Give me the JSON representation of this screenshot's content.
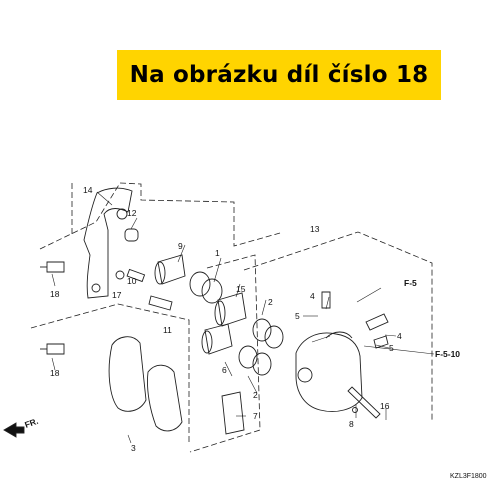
{
  "banner": {
    "text": "Na obrázku díl číslo 18",
    "color": "#ffd400"
  },
  "diagram": {
    "callouts": [
      "1",
      "2",
      "2",
      "3",
      "4",
      "4",
      "5",
      "5",
      "6",
      "7",
      "8",
      "9",
      "10",
      "11",
      "12",
      "13",
      "14",
      "15",
      "16",
      "17",
      "18",
      "18"
    ],
    "references": [
      "F-5",
      "F-5-10"
    ],
    "direction_label": "FR.",
    "drawing_code": "KZL3F1800"
  }
}
